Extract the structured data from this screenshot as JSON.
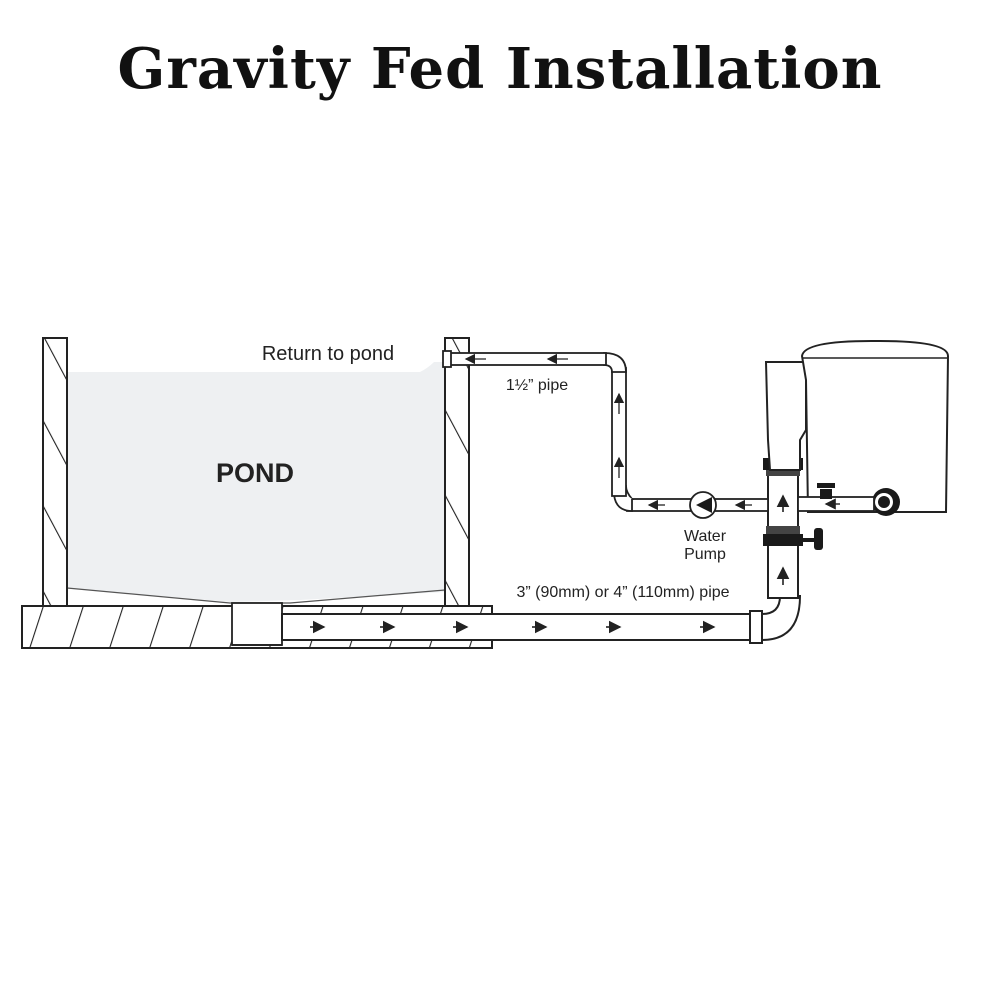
{
  "title": "Gravity Fed Installation",
  "labels": {
    "pond": "POND",
    "return_to_pond": "Return to pond",
    "small_pipe": "1½” pipe",
    "water_pump_line1": "Water",
    "water_pump_line2": "Pump",
    "large_pipe": "3” (90mm) or 4” (110mm) pipe"
  },
  "colors": {
    "outline": "#222222",
    "water": "#eef0f2",
    "pipe_fill": "#ffffff",
    "fitting": "#1a1a1a"
  },
  "icons": {
    "flow_arrow": "arrow-icon",
    "pump": "pump-triangle-icon",
    "valve": "valve-handle-icon"
  }
}
